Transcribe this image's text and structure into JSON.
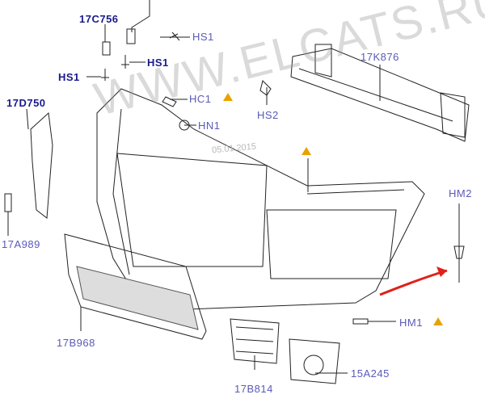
{
  "watermark": "WWW.ELCATS.RU",
  "date": "05.01.2015",
  "labels": {
    "p17C756": "17C756",
    "hs1_a": "HS1",
    "hs1_b": "HS1",
    "hs1_c": "HS1",
    "p17K876": "17K876",
    "p17D750": "17D750",
    "hc1": "HC1",
    "hn1": "HN1",
    "hs2": "HS2",
    "hm2": "HM2",
    "p17A989": "17A989",
    "p17B968": "17B968",
    "hm1": "HM1",
    "p17B814": "17B814",
    "p15A245": "15A245"
  },
  "colors": {
    "label_dark": "#1a1a8c",
    "label_light": "#5a5ab8",
    "warning": "#e8a200",
    "arrow": "#e0201a"
  }
}
